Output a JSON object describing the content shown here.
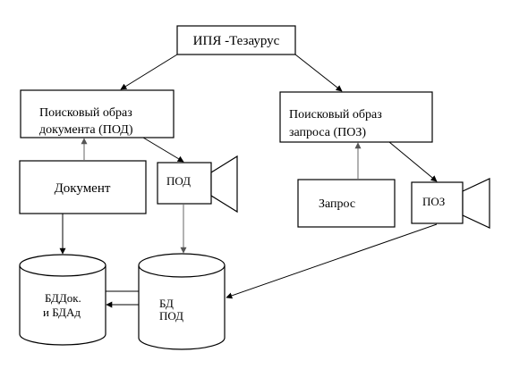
{
  "nodes": {
    "thesaurus": "ИПЯ -Тезаурус",
    "doc_image_line1": "Поисковый образ",
    "doc_image_line2": "документа (ПОД)",
    "query_image_line1": "Поисковый образ",
    "query_image_line2": "запроса (ПОЗ)",
    "document": "Документ",
    "pod": "ПОД",
    "query": "Запрос",
    "poz": "ПОЗ",
    "db_docs_line1": "БДДок.",
    "db_docs_line2": "и БДАд",
    "db_pod_line1": "БД",
    "db_pod_line2": "ПОД"
  }
}
